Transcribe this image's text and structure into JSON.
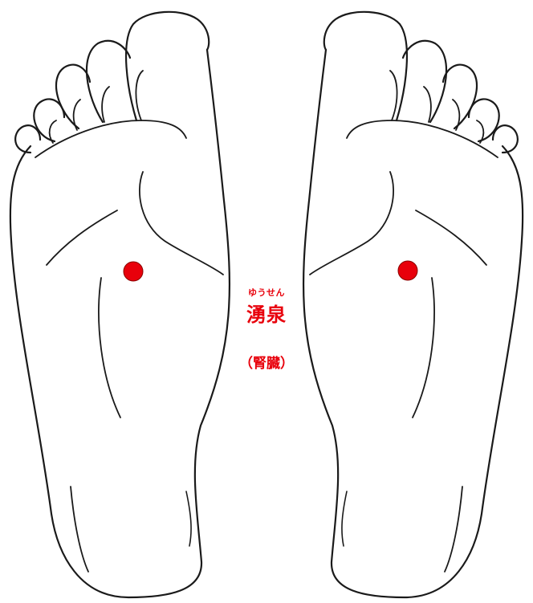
{
  "point": {
    "reading": "ゆうせん",
    "name": "湧泉",
    "organ": "（腎臓）"
  },
  "colors": {
    "marker": "#e8000b",
    "label": "#e8000b",
    "outline": "#1a1a1a"
  }
}
